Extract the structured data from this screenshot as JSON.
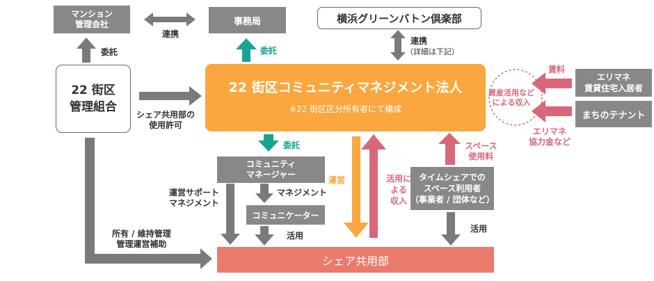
{
  "colors": {
    "gray": "#888888",
    "orange": "#f9a73e",
    "salmon": "#ea7b6c",
    "teal": "#1aa394",
    "pink": "#d9677a",
    "dark_arrow": "#7a7a7a"
  },
  "nodes": {
    "mansion_company": "マンション\n管理会社",
    "jimukyoku": "事務局",
    "yokohama_club": "横浜グリーンバトン倶楽部",
    "kumiai": "22 街区\n管理組合",
    "corp_title": "22 街区コミュニティマネジメント法人",
    "corp_note": "※22 街区区分所有者にて構成",
    "erimane_residents": "エリマネ\n賃貸住宅入居者",
    "tenants": "まちのテナント",
    "community_manager": "コミュニティ\nマネージャー",
    "communicator": "コミュニケーター",
    "timeshare_users": "タイムシェアでの\nスペース利用者\n（事業者 / 団体など）",
    "shared_area": "シェア共用部"
  },
  "labels": {
    "renkei_top": "連携",
    "itaku_left": "委託",
    "itaku_teal": "委託",
    "renkei_right": "連携",
    "renkei_detail": "（詳細は下記）",
    "shiyou_kyoka": "シェア共用部の\n使用許可",
    "itaku_teal2": "委託",
    "unei_support": "運営サポート\nマネジメント",
    "management": "マネジメント",
    "katsuyo1": "活用",
    "unei": "運営",
    "katsuyo_income": "活用に\nよる\n収入",
    "space_fee": "スペース\n使用料",
    "katsuyo2": "活用",
    "shoyu": "所有 / 維持管理\n管理運営補助",
    "ryokin": "賃料",
    "erimane_fee": "エリマネ\n協力金など",
    "asset_income": "資産活用など\nによる収入"
  }
}
